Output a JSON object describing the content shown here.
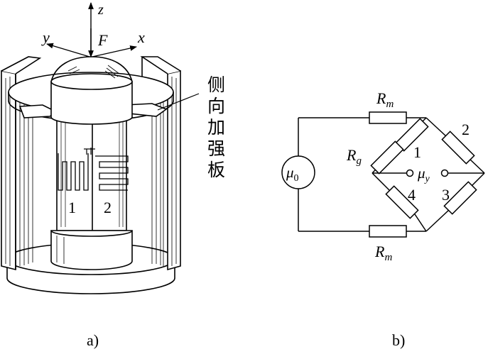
{
  "figure_a": {
    "axis_z": "z",
    "axis_y": "y",
    "axis_x": "x",
    "force": "F",
    "plate_label": "侧向加强板",
    "gauge_1": "1",
    "gauge_2": "2",
    "caption": "a)"
  },
  "figure_b": {
    "r_top": "R",
    "r_top_sub": "m",
    "r_bottom": "R",
    "r_bottom_sub": "m",
    "rg": "R",
    "rg_sub": "g",
    "source": "μ",
    "source_sub": "0",
    "output": "μ",
    "output_sub": "y",
    "arm_1": "1",
    "arm_2": "2",
    "arm_3": "3",
    "arm_4": "4",
    "caption": "b)"
  }
}
